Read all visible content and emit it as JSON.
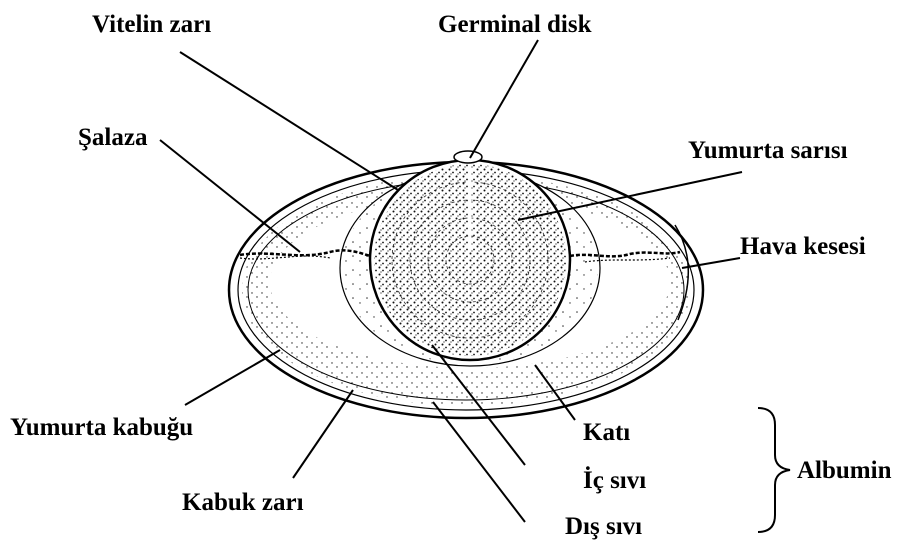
{
  "labels": {
    "vitelin_zari": "Vitelin zarı",
    "germinal_disk": "Germinal disk",
    "yumurta_sarisi": "Yumurta sarısı",
    "salaza": "Şalaza",
    "hava_kesesi": "Hava kesesi",
    "yumurta_kabugu": "Yumurta kabuğu",
    "kabuk_zari": "Kabuk zarı",
    "kati": "Katı",
    "ic_sivi": "İç sıvı",
    "dis_sivi": "Dış sıvı",
    "albumin": "Albumin"
  }
}
